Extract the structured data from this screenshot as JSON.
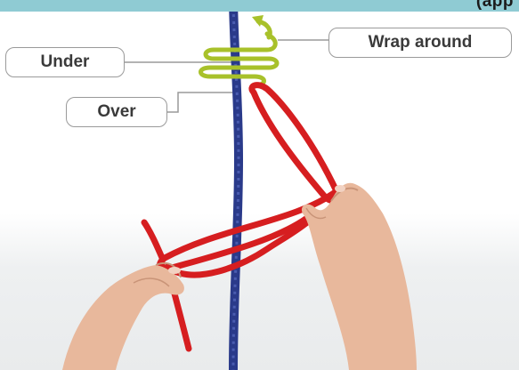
{
  "header": {
    "partial_text": "(app"
  },
  "labels": {
    "under": "Under",
    "over": "Over",
    "wrap_around": "Wrap around"
  },
  "colors": {
    "header_bar": "#8fcbd3",
    "standing_rope": "#2a3a8a",
    "working_rope": "#d61e20",
    "wrap_indicator": "#a8c12a",
    "label_border": "#9a9a9a",
    "skin": "#e8b89c"
  },
  "icons": {
    "wrap_arrow": "green-wrap-arrow-icon"
  }
}
